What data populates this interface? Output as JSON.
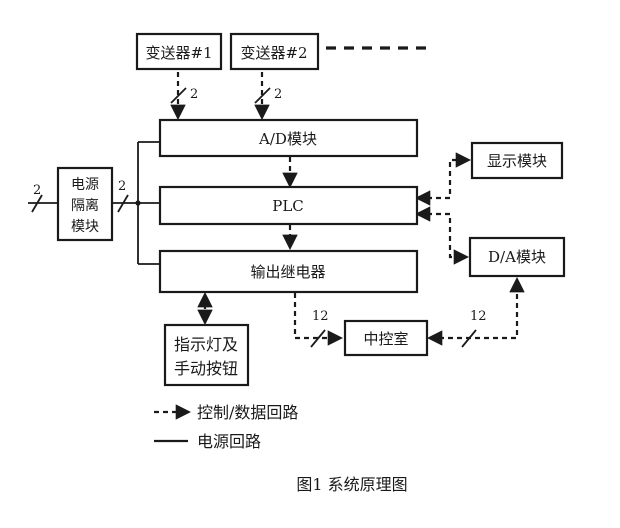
{
  "blocks": {
    "transmitter1": "变送器#1",
    "transmitter2": "变送器#2",
    "ad_module": "A/D模块",
    "plc": "PLC",
    "output_relay": "输出继电器",
    "power_isolation": [
      "电源",
      "隔离",
      "模块"
    ],
    "display_module": "显示模块",
    "da_module": "D/A模块",
    "central_control_room": "中控室",
    "indicator_buttons": [
      "指示灯及",
      "手动按钮"
    ]
  },
  "line_labels": {
    "t1_to_ad": "2",
    "t2_to_ad": "2",
    "power_in": "2",
    "power_out": "2",
    "relay_to_ccr": "12",
    "ccr_to_da": "12"
  },
  "legend": {
    "control_data": "控制/数据回路",
    "power": "电源回路"
  },
  "caption": "图1 系统原理图"
}
